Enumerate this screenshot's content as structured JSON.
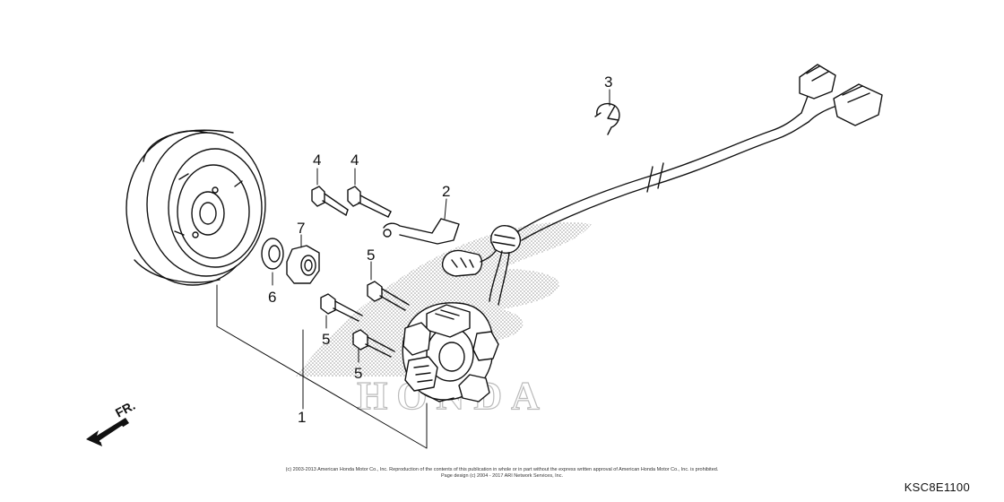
{
  "diagram": {
    "callouts": [
      {
        "id": "1",
        "label": "1"
      },
      {
        "id": "2",
        "label": "2"
      },
      {
        "id": "3",
        "label": "3"
      },
      {
        "id": "4a",
        "label": "4"
      },
      {
        "id": "4b",
        "label": "4"
      },
      {
        "id": "5a",
        "label": "5"
      },
      {
        "id": "5b",
        "label": "5"
      },
      {
        "id": "5c",
        "label": "5"
      },
      {
        "id": "6",
        "label": "6"
      },
      {
        "id": "7",
        "label": "7"
      }
    ],
    "direction_label": "FR.",
    "watermark": "HONDA",
    "copyright_line1": "(c) 2003-2013 American Honda Motor Co., Inc. Reproduction of the contents of this publication in whole or in part without the express written approval of American Honda Motor Co., Inc. is prohibited.",
    "copyright_line2": "Page design (c) 2004 - 2017 ARI Network Services, Inc.",
    "diagram_code": "KSC8E1100"
  }
}
